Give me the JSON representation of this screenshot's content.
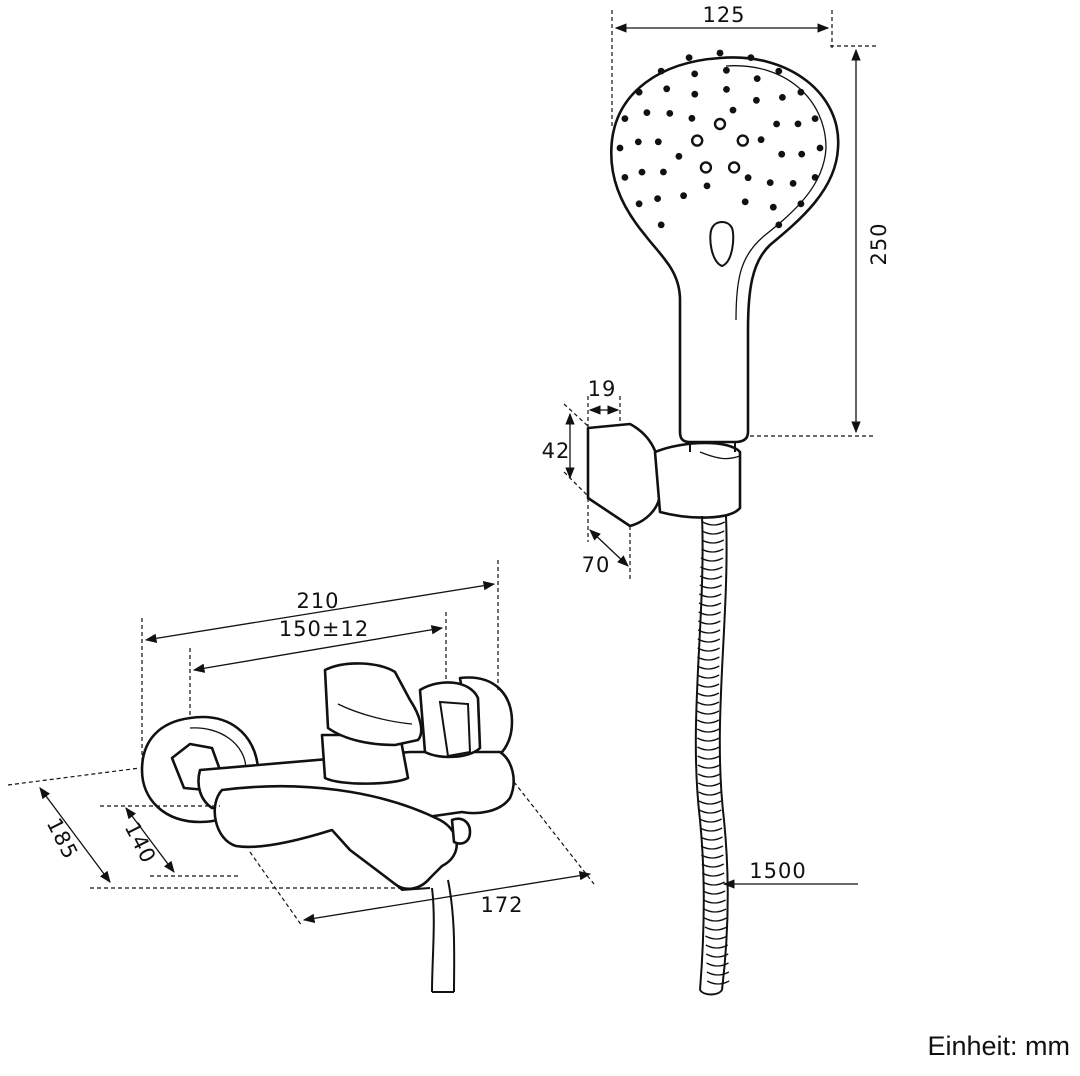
{
  "dimensions": {
    "head_width": "125",
    "head_height": "250",
    "holder_depth": "19",
    "holder_height": "42",
    "holder_width": "70",
    "mixer_total_width": "210",
    "mixer_center_distance": "150±12",
    "mixer_projection_outer": "185",
    "mixer_projection_inner": "140",
    "mixer_spout_length": "172",
    "hose_length": "1500"
  },
  "unit_label": "Einheit: mm"
}
